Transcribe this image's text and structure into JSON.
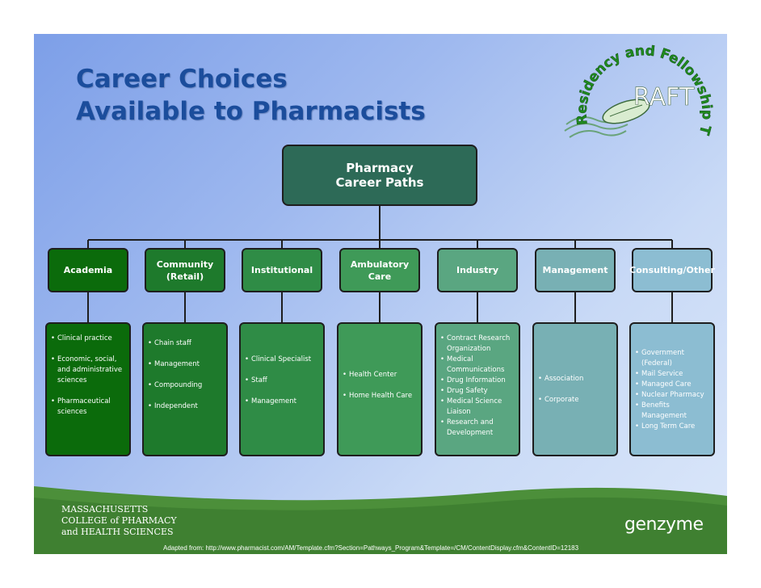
{
  "title": {
    "line1": "Career Choices",
    "line2": "Available to Pharmacists"
  },
  "logo": {
    "arc_text": "Residency and Fellowship Toolkit",
    "wordmark": "RAFT"
  },
  "root": {
    "line1": "Pharmacy",
    "line2": "Career Paths",
    "color": "#2d6a57"
  },
  "categories": [
    {
      "label_lines": [
        "Academia"
      ],
      "color": "#0b6b0b",
      "detail_color": "#0b6b0b",
      "items": [
        "Clinical practice",
        "Economic, social, and administrative sciences",
        "Pharmaceutical sciences"
      ]
    },
    {
      "label_lines": [
        "Community",
        "(Retail)"
      ],
      "color": "#1e7a2c",
      "detail_color": "#1e7a2c",
      "items": [
        "Chain staff",
        "Management",
        "Compounding",
        "Independent"
      ]
    },
    {
      "label_lines": [
        "Institutional"
      ],
      "color": "#2f8c46",
      "detail_color": "#2f8c46",
      "items": [
        "Clinical Specialist",
        "Staff",
        "Management"
      ]
    },
    {
      "label_lines": [
        "Ambulatory",
        "Care"
      ],
      "color": "#3f9a58",
      "detail_color": "#3f9a58",
      "items": [
        "Health Center",
        "Home Health Care"
      ]
    },
    {
      "label_lines": [
        "Industry"
      ],
      "color": "#5aa681",
      "detail_color": "#5aa681",
      "items": [
        "Contract Research Organization",
        "Medical Communications",
        "Drug Information",
        "Drug Safety",
        "Medical Science Liaison",
        "Research and Development"
      ]
    },
    {
      "label_lines": [
        "Management"
      ],
      "color": "#78b0b4",
      "detail_color": "#78b0b4",
      "items": [
        "Association",
        "Corporate"
      ]
    },
    {
      "label_lines": [
        "Consulting/Other"
      ],
      "color": "#8cbdd2",
      "detail_color": "#8cbdd2",
      "items": [
        "Government (Federal)",
        "Mail Service",
        "Managed Care",
        "Nuclear Pharmacy",
        "Benefits Management",
        "Long Term Care"
      ]
    }
  ],
  "footer": {
    "college_lines": [
      "MASSACHUSETTS",
      "COLLEGE of PHARMACY",
      "and HEALTH SCIENCES"
    ],
    "brand": "genzyme",
    "credit": "Adapted from: http://www.pharmacist.com/AM/Template.cfm?Section=Pathways_Program&Template=/CM/ContentDisplay.cfm&ContentID=12183"
  }
}
